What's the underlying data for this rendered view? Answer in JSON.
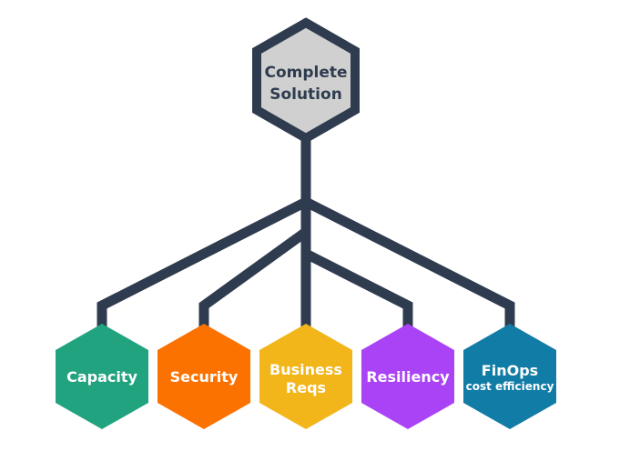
{
  "colors": {
    "connector": "#2f3c4f",
    "root_fill": "#d0d0d0",
    "root_stroke": "#2f3c4f",
    "root_text": "#2f3c4f",
    "child_text": "#ffffff",
    "capacity": "#21a37f",
    "security": "#fb7200",
    "business_reqs": "#f2b51a",
    "resiliency": "#aa42f5",
    "finops": "#117ca6"
  },
  "root": {
    "line1": "Complete",
    "line2": "Solution"
  },
  "children": {
    "capacity": {
      "label": "Capacity"
    },
    "security": {
      "label": "Security"
    },
    "business_reqs": {
      "line1": "Business",
      "line2": "Reqs"
    },
    "resiliency": {
      "label": "Resiliency"
    },
    "finops": {
      "label": "FinOps",
      "sublabel": "cost efficiency"
    }
  }
}
